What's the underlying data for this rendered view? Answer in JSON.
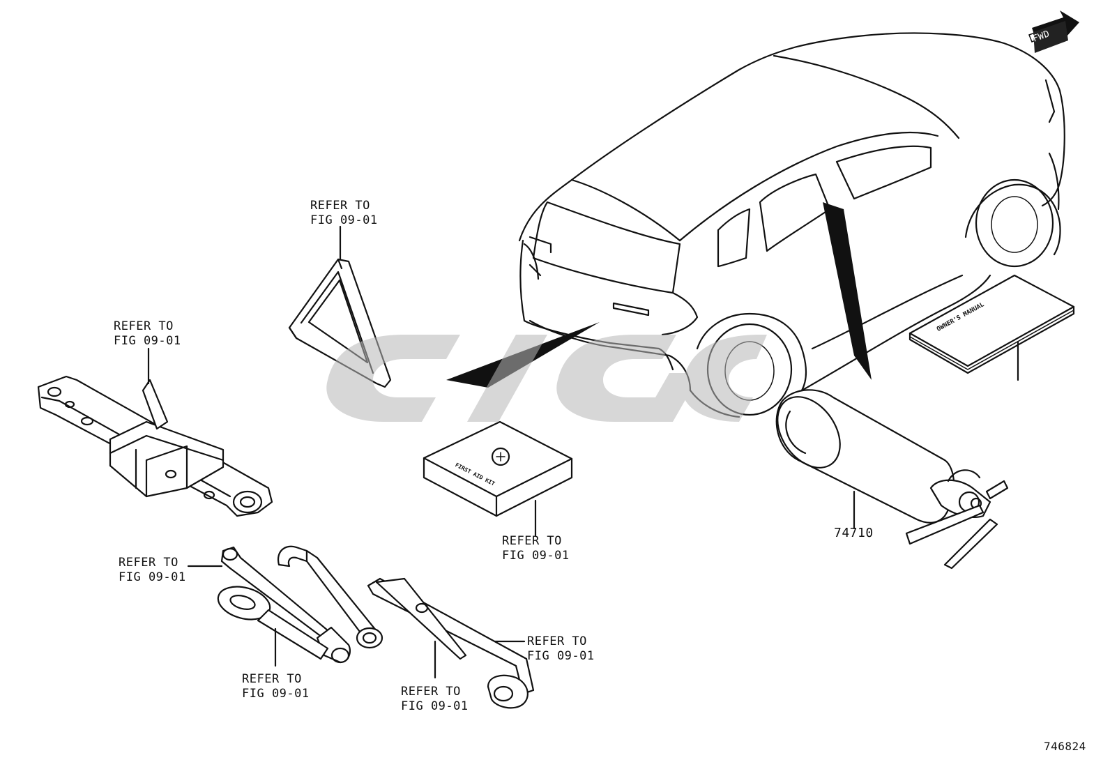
{
  "diagram": {
    "fwd_label": "FWD",
    "figure_id": "746824",
    "part_label": "74710",
    "booklet_text": "OWNER'S MANUAL",
    "box_text": "FIRST AID KIT",
    "callouts": {
      "triangle": "REFER TO\nFIG 09-01",
      "jack": "REFER TO\nFIG 09-01",
      "first_aid": "REFER TO\nFIG 09-01",
      "socket_bar": "REFER TO\nFIG 09-01",
      "towing_eye": "REFER TO\nFIG 09-01",
      "lug_wrench": "REFER TO\nFIG 09-01",
      "jack_handle": "REFER TO\nFIG 09-01"
    },
    "watermark": "Garage logo",
    "colors": {
      "ink": "#111111",
      "watermark": "#b8b8b8",
      "background": "#ffffff"
    }
  }
}
